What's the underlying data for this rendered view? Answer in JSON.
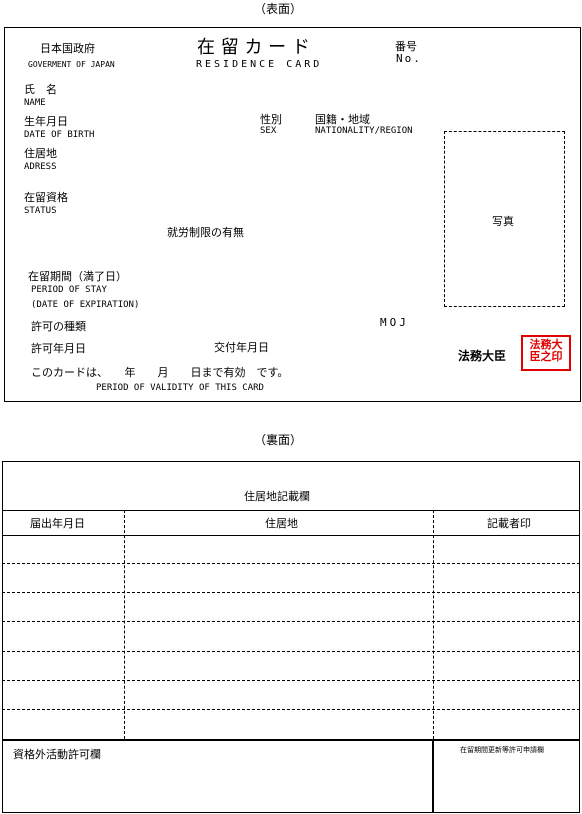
{
  "front": {
    "heading": "（表面）",
    "gov_jp": "日本国政府",
    "gov_en": "GOVERMENT OF JAPAN",
    "title_jp": "在 留 カ ー ド",
    "title_en": "RESIDENCE  CARD",
    "number_jp": "番号",
    "number_en": "No.",
    "name_jp": "氏　名",
    "name_en": "NAME",
    "dob_jp": "生年月日",
    "dob_en": "DATE OF BIRTH",
    "sex_jp": "性別",
    "sex_en": "SEX",
    "nat_jp": "国籍・地域",
    "nat_en": "NATIONALITY/REGION",
    "addr_jp": "住居地",
    "addr_en": "ADRESS",
    "status_jp": "在留資格",
    "status_en": "STATUS",
    "work_restriction": "就労制限の有無",
    "photo_label": "写真",
    "period_jp": "在留期間（満了日）",
    "period_en": "PERIOD OF STAY",
    "expiration_en": "(DATE OF EXPIRATION)",
    "permit_type": "許可の種類",
    "moj": "MOJ",
    "permit_date": "許可年月日",
    "issue_date": "交付年月日",
    "validity_jp": "このカードは、　　年　　月　　日まで有効　です。",
    "validity_en": "PERIOD OF VALIDITY OF THIS CARD",
    "minister": "法務大臣",
    "seal_text": "法務大臣之印"
  },
  "back": {
    "heading": "（裏面）",
    "table_title": "住居地記載欄",
    "columns": [
      "届出年月日",
      "住居地",
      "記載者印"
    ],
    "row_count": 7,
    "activity_label": "資格外活動許可欄",
    "renewal_label": "在留期間更新等許可申請欄"
  },
  "colors": {
    "seal": "#e00000",
    "border": "#000000"
  }
}
